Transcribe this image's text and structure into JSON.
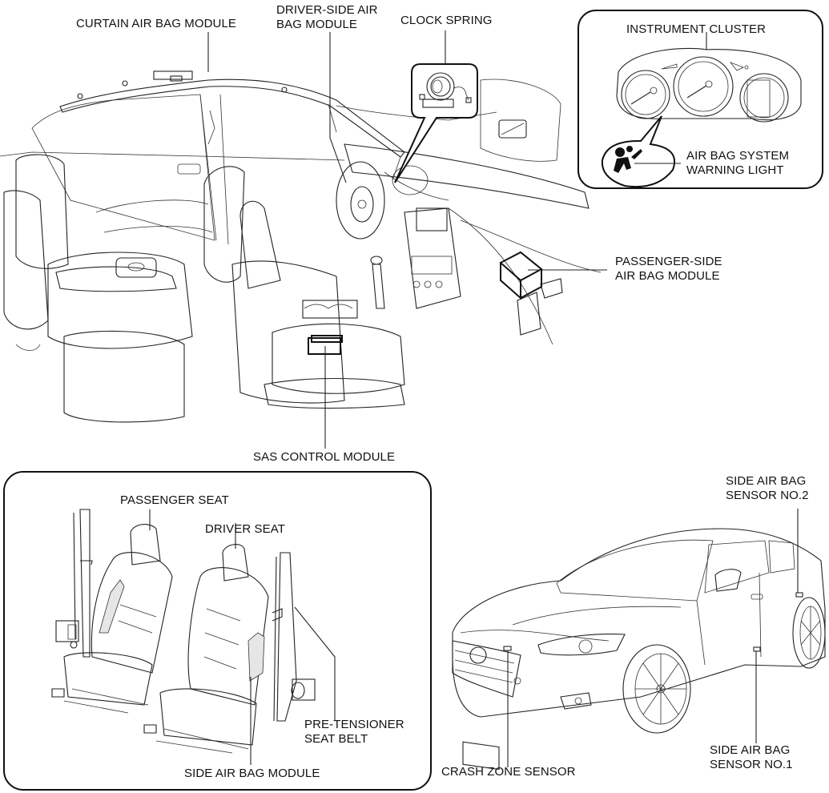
{
  "diagram": {
    "title": "Air Bag System Component Location",
    "labels": {
      "curtain_air_bag_module": "CURTAIN AIR BAG MODULE",
      "driver_side_air_bag_module": "DRIVER-SIDE AIR\nBAG MODULE",
      "clock_spring": "CLOCK SPRING",
      "instrument_cluster": "INSTRUMENT CLUSTER",
      "air_bag_system_warning_light": "AIR BAG SYSTEM\nWARNING LIGHT",
      "passenger_side_air_bag_module": "PASSENGER-SIDE\nAIR BAG MODULE",
      "sas_control_module": "SAS CONTROL MODULE",
      "passenger_seat": "PASSENGER SEAT",
      "driver_seat": "DRIVER SEAT",
      "pre_tensioner_seat_belt": "PRE-TENSIONER\nSEAT BELT",
      "side_air_bag_module": "SIDE AIR BAG MODULE",
      "side_air_bag_sensor_no2": "SIDE AIR BAG\nSENSOR NO.2",
      "side_air_bag_sensor_no1": "SIDE AIR BAG\nSENSOR NO.1",
      "crash_zone_sensor": "CRASH ZONE SENSOR"
    },
    "panels": [
      "vehicle-interior",
      "instrument-cluster-inset",
      "seats-inset",
      "vehicle-exterior"
    ],
    "icons": [
      "air-bag-warning-icon",
      "clock-spring-icon"
    ]
  }
}
